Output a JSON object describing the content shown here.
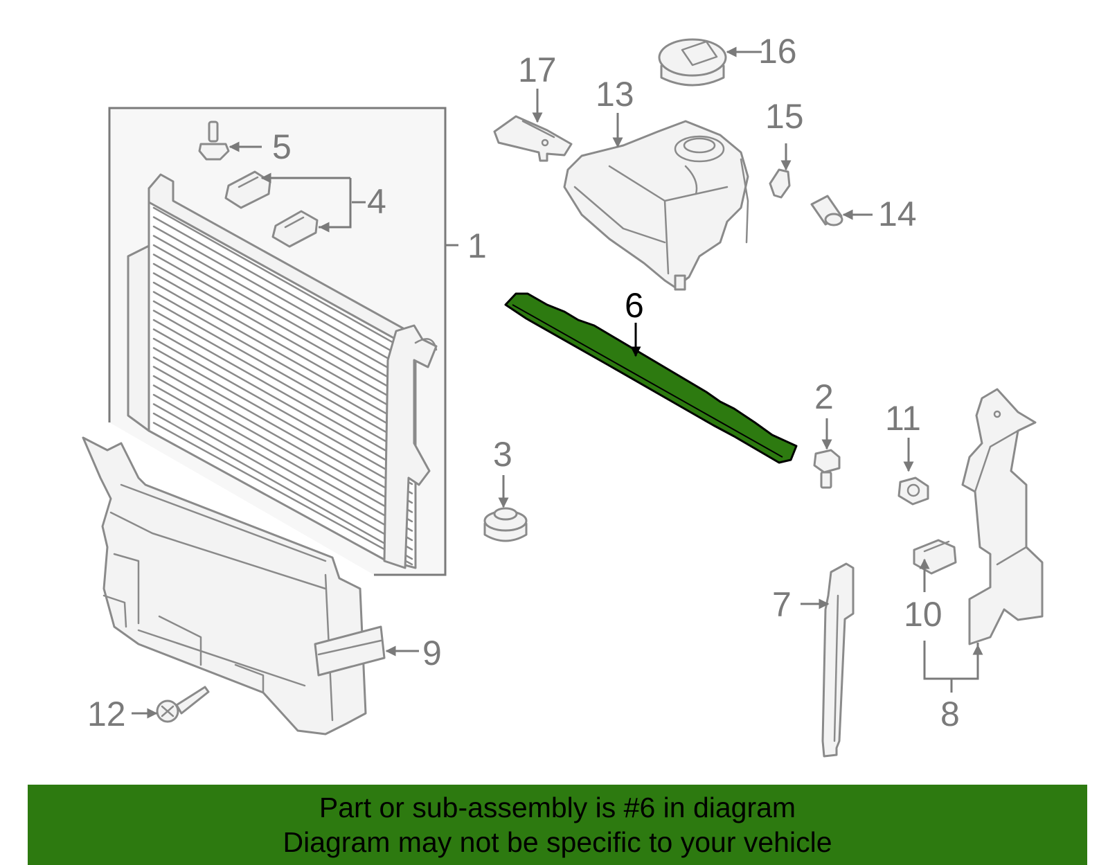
{
  "callouts": {
    "c1": "1",
    "c2": "2",
    "c3": "3",
    "c4": "4",
    "c5": "5",
    "c6": "6",
    "c7": "7",
    "c8": "8",
    "c9": "9",
    "c10": "10",
    "c11": "11",
    "c12": "12",
    "c13": "13",
    "c14": "14",
    "c15": "15",
    "c16": "16",
    "c17": "17"
  },
  "highlight": {
    "part": "6",
    "color": "#2d7a10"
  },
  "banner": {
    "line1": "Part or sub-assembly is #6 in diagram",
    "line2": "Diagram may not be specific to your vehicle"
  }
}
